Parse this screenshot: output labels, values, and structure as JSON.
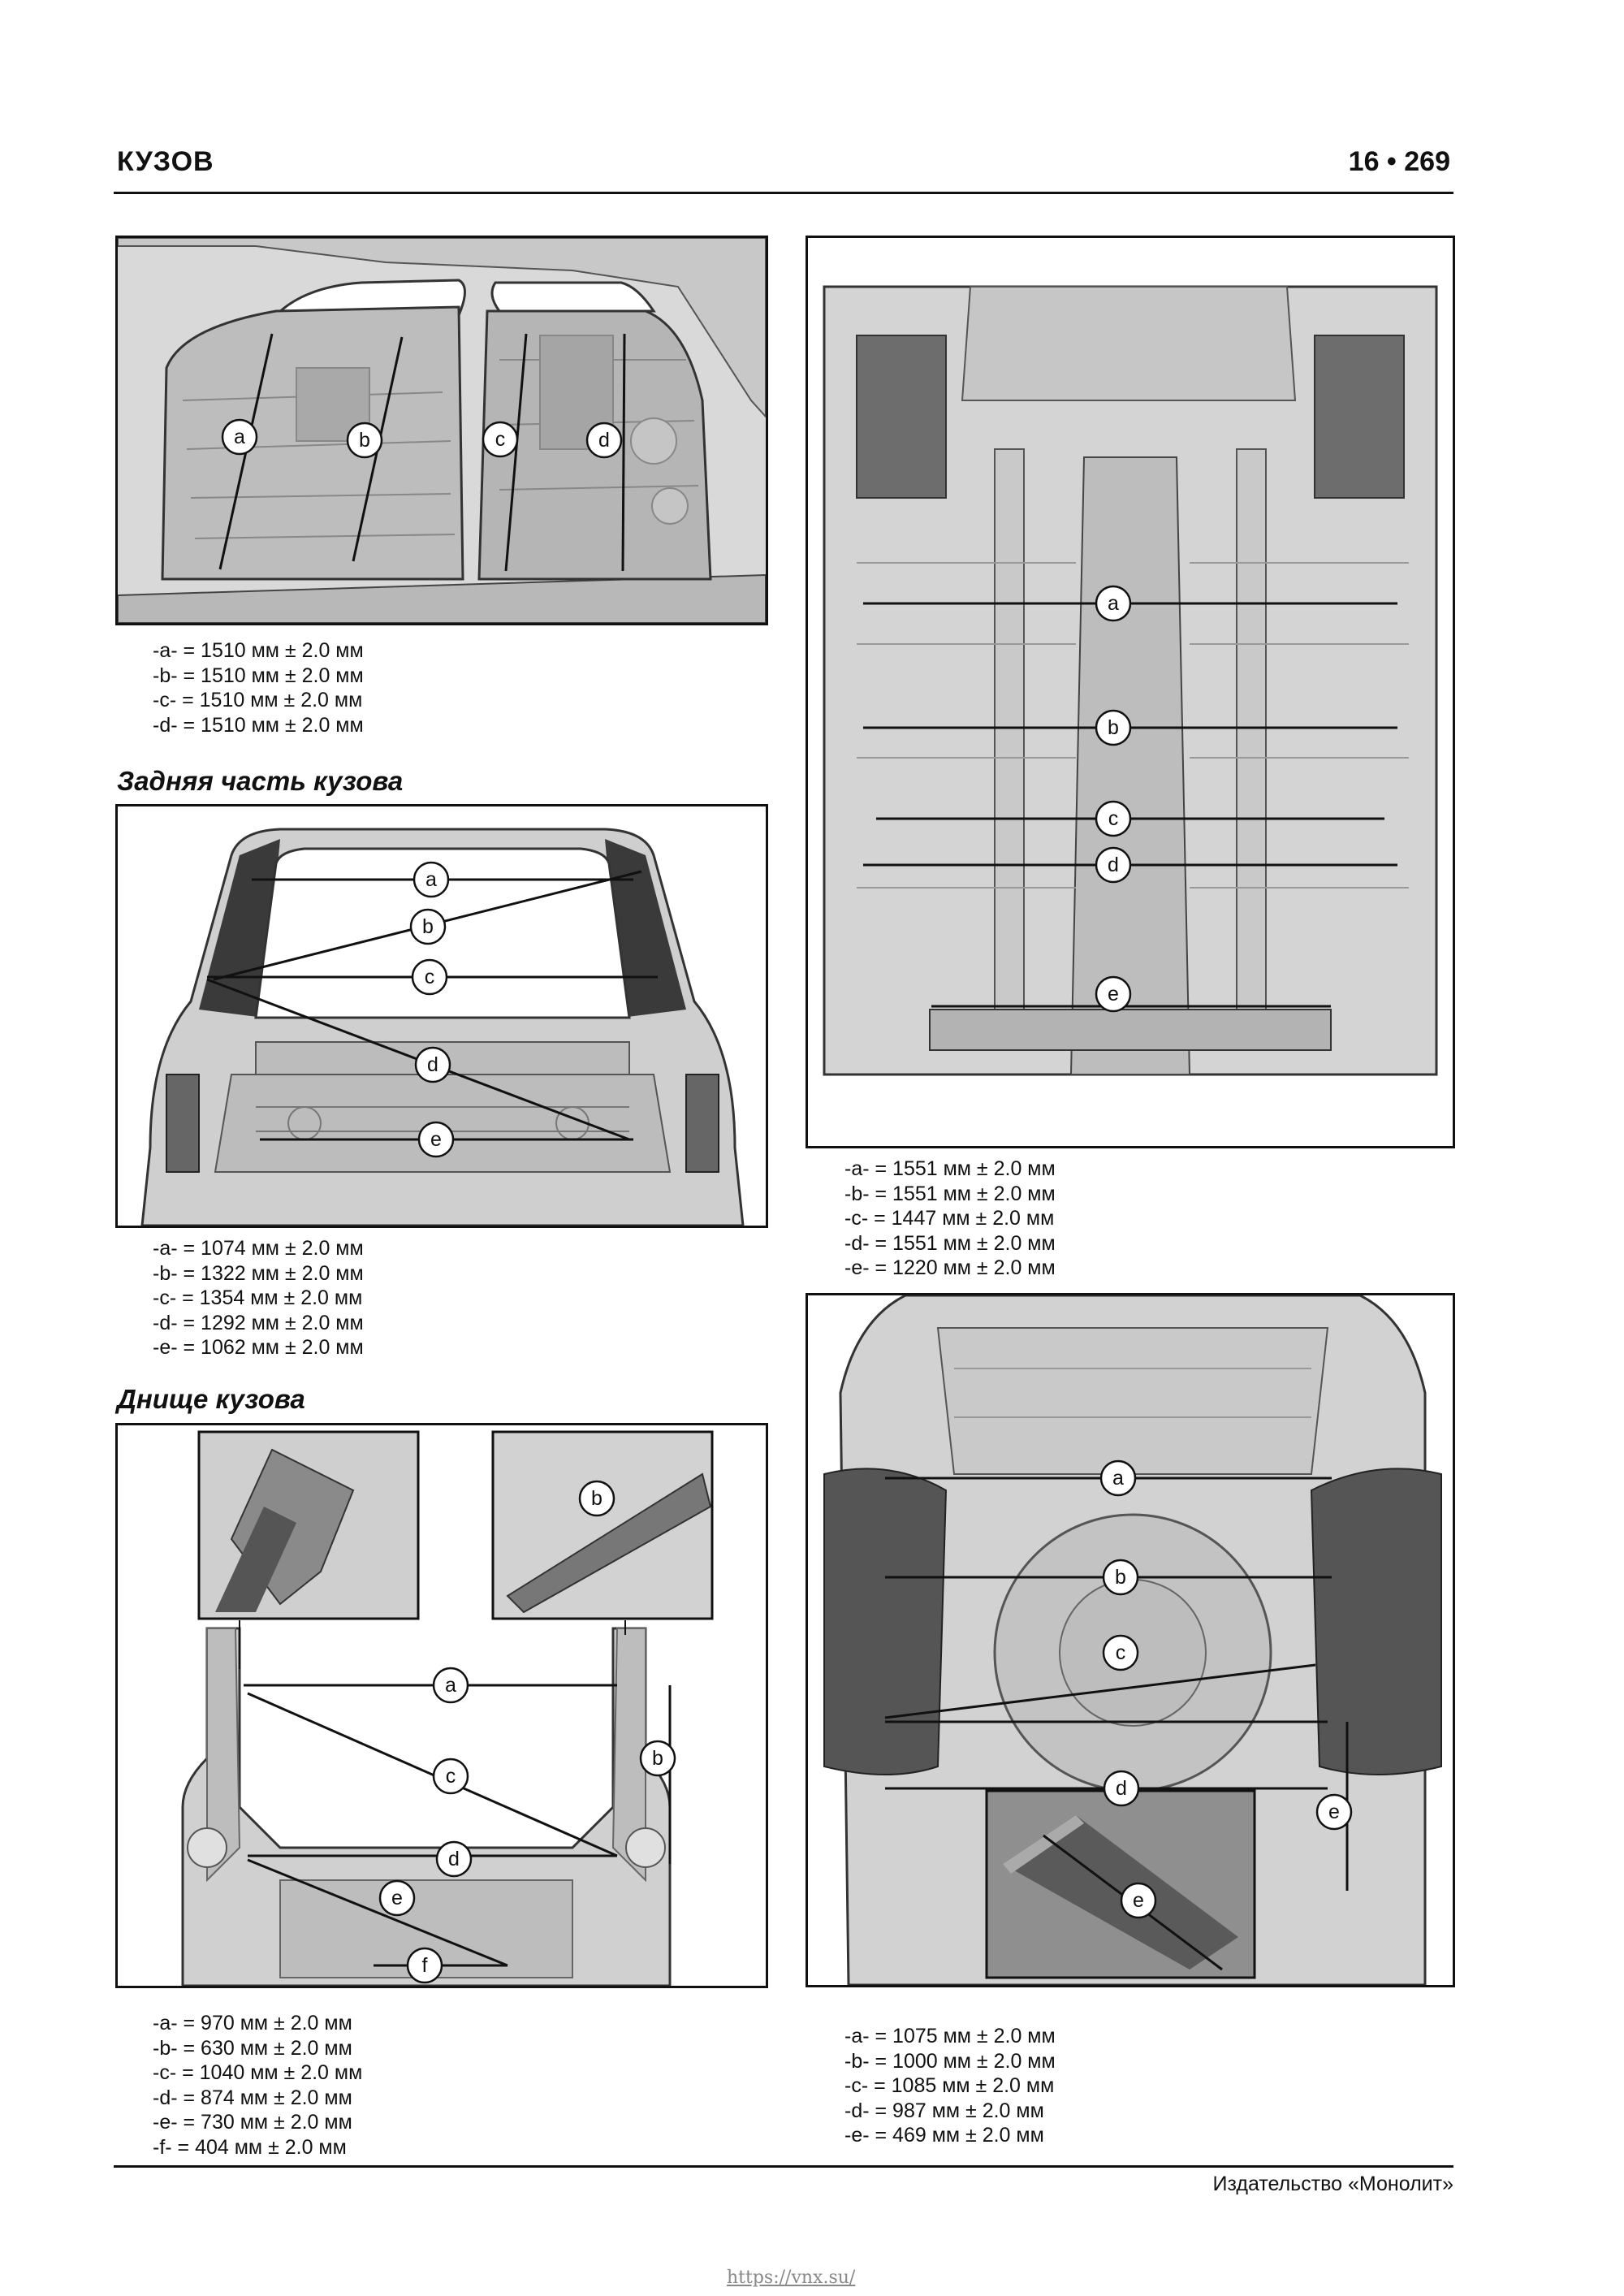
{
  "header": {
    "section": "КУЗОВ",
    "page": "16 • 269"
  },
  "sections": {
    "rear": "Задняя часть кузова",
    "underbody": "Днище кузова"
  },
  "diagrams": {
    "side": {
      "labels": [
        "a",
        "b",
        "c",
        "d"
      ],
      "specs": [
        "-a- = 1510 мм ± 2.0 мм",
        "-b- = 1510 мм ± 2.0 мм",
        "-c- = 1510 мм ± 2.0 мм",
        "-d- = 1510 мм ± 2.0 мм"
      ]
    },
    "rear": {
      "labels": [
        "a",
        "b",
        "c",
        "d",
        "e"
      ],
      "specs": [
        "-a- = 1074 мм ± 2.0 мм",
        "-b- = 1322 мм ± 2.0 мм",
        "-c- = 1354 мм ± 2.0 мм",
        "-d- = 1292 мм ± 2.0 мм",
        "-e- = 1062 мм ± 2.0 мм"
      ]
    },
    "underbody_front": {
      "labels": [
        "a",
        "b",
        "c",
        "d",
        "e",
        "f"
      ],
      "specs": [
        "-a- = 970 мм ± 2.0 мм",
        "-b- = 630 мм ± 2.0 мм",
        "-c- = 1040 мм ± 2.0 мм",
        "-d- = 874 мм ± 2.0 мм",
        "-e- = 730 мм ± 2.0 мм",
        "-f- = 404 мм ± 2.0 мм"
      ]
    },
    "floor_top": {
      "labels": [
        "a",
        "b",
        "c",
        "d",
        "e"
      ],
      "specs": [
        "-a- = 1551 мм ± 2.0 мм",
        "-b- = 1551 мм ± 2.0 мм",
        "-c- = 1447 мм ± 2.0 мм",
        "-d- = 1551 мм ± 2.0 мм",
        "-e- = 1220 мм ± 2.0 мм"
      ]
    },
    "rear_floor": {
      "labels": [
        "a",
        "b",
        "c",
        "d",
        "e",
        "e"
      ],
      "specs": [
        "-a- = 1075 мм ± 2.0 мм",
        "-b- = 1000 мм ± 2.0 мм",
        "-c- = 1085 мм ± 2.0 мм",
        "-d- = 987 мм ± 2.0 мм",
        "-e- = 469 мм ± 2.0 мм"
      ]
    }
  },
  "footer": {
    "publisher": "Издательство «Монолит»",
    "url": "https://vnx.su/"
  }
}
